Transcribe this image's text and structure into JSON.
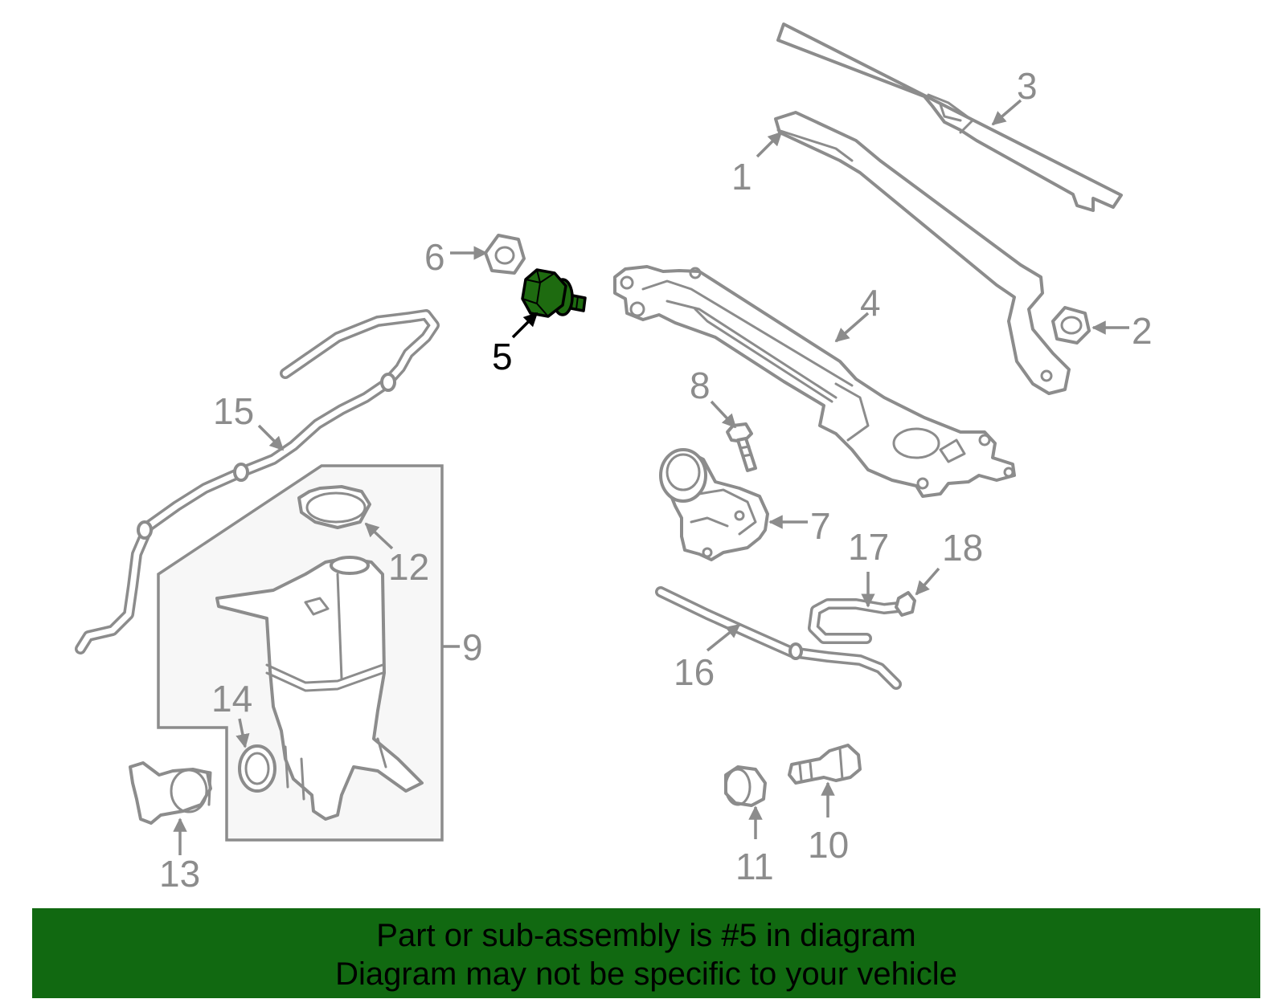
{
  "diagram": {
    "highlight_color": "#1e6b10",
    "banner_color": "#116911",
    "parts": [
      {
        "id": "part-1",
        "label": "1",
        "name": "wiper-arm"
      },
      {
        "id": "part-2",
        "label": "2",
        "name": "arm-nut"
      },
      {
        "id": "part-3",
        "label": "3",
        "name": "wiper-blade"
      },
      {
        "id": "part-4",
        "label": "4",
        "name": "linkage-assembly"
      },
      {
        "id": "part-5",
        "label": "5",
        "name": "mounting-bolt",
        "highlighted": true
      },
      {
        "id": "part-6",
        "label": "6",
        "name": "flange-nut"
      },
      {
        "id": "part-7",
        "label": "7",
        "name": "wiper-motor"
      },
      {
        "id": "part-8",
        "label": "8",
        "name": "motor-bolt"
      },
      {
        "id": "part-9",
        "label": "9",
        "name": "washer-reservoir-assembly"
      },
      {
        "id": "part-10",
        "label": "10",
        "name": "washer-pump"
      },
      {
        "id": "part-11",
        "label": "11",
        "name": "pump-grommet"
      },
      {
        "id": "part-12",
        "label": "12",
        "name": "reservoir-cap"
      },
      {
        "id": "part-13",
        "label": "13",
        "name": "fluid-level-sensor"
      },
      {
        "id": "part-14",
        "label": "14",
        "name": "sensor-grommet"
      },
      {
        "id": "part-15",
        "label": "15",
        "name": "washer-hose"
      },
      {
        "id": "part-16",
        "label": "16",
        "name": "rear-washer-hose"
      },
      {
        "id": "part-17",
        "label": "17",
        "name": "hose-connector"
      },
      {
        "id": "part-18",
        "label": "18",
        "name": "nozzle-check-valve"
      }
    ]
  },
  "banner": {
    "line1": "Part or sub-assembly is #5 in diagram",
    "line2": "Diagram may not be specific to your vehicle"
  }
}
